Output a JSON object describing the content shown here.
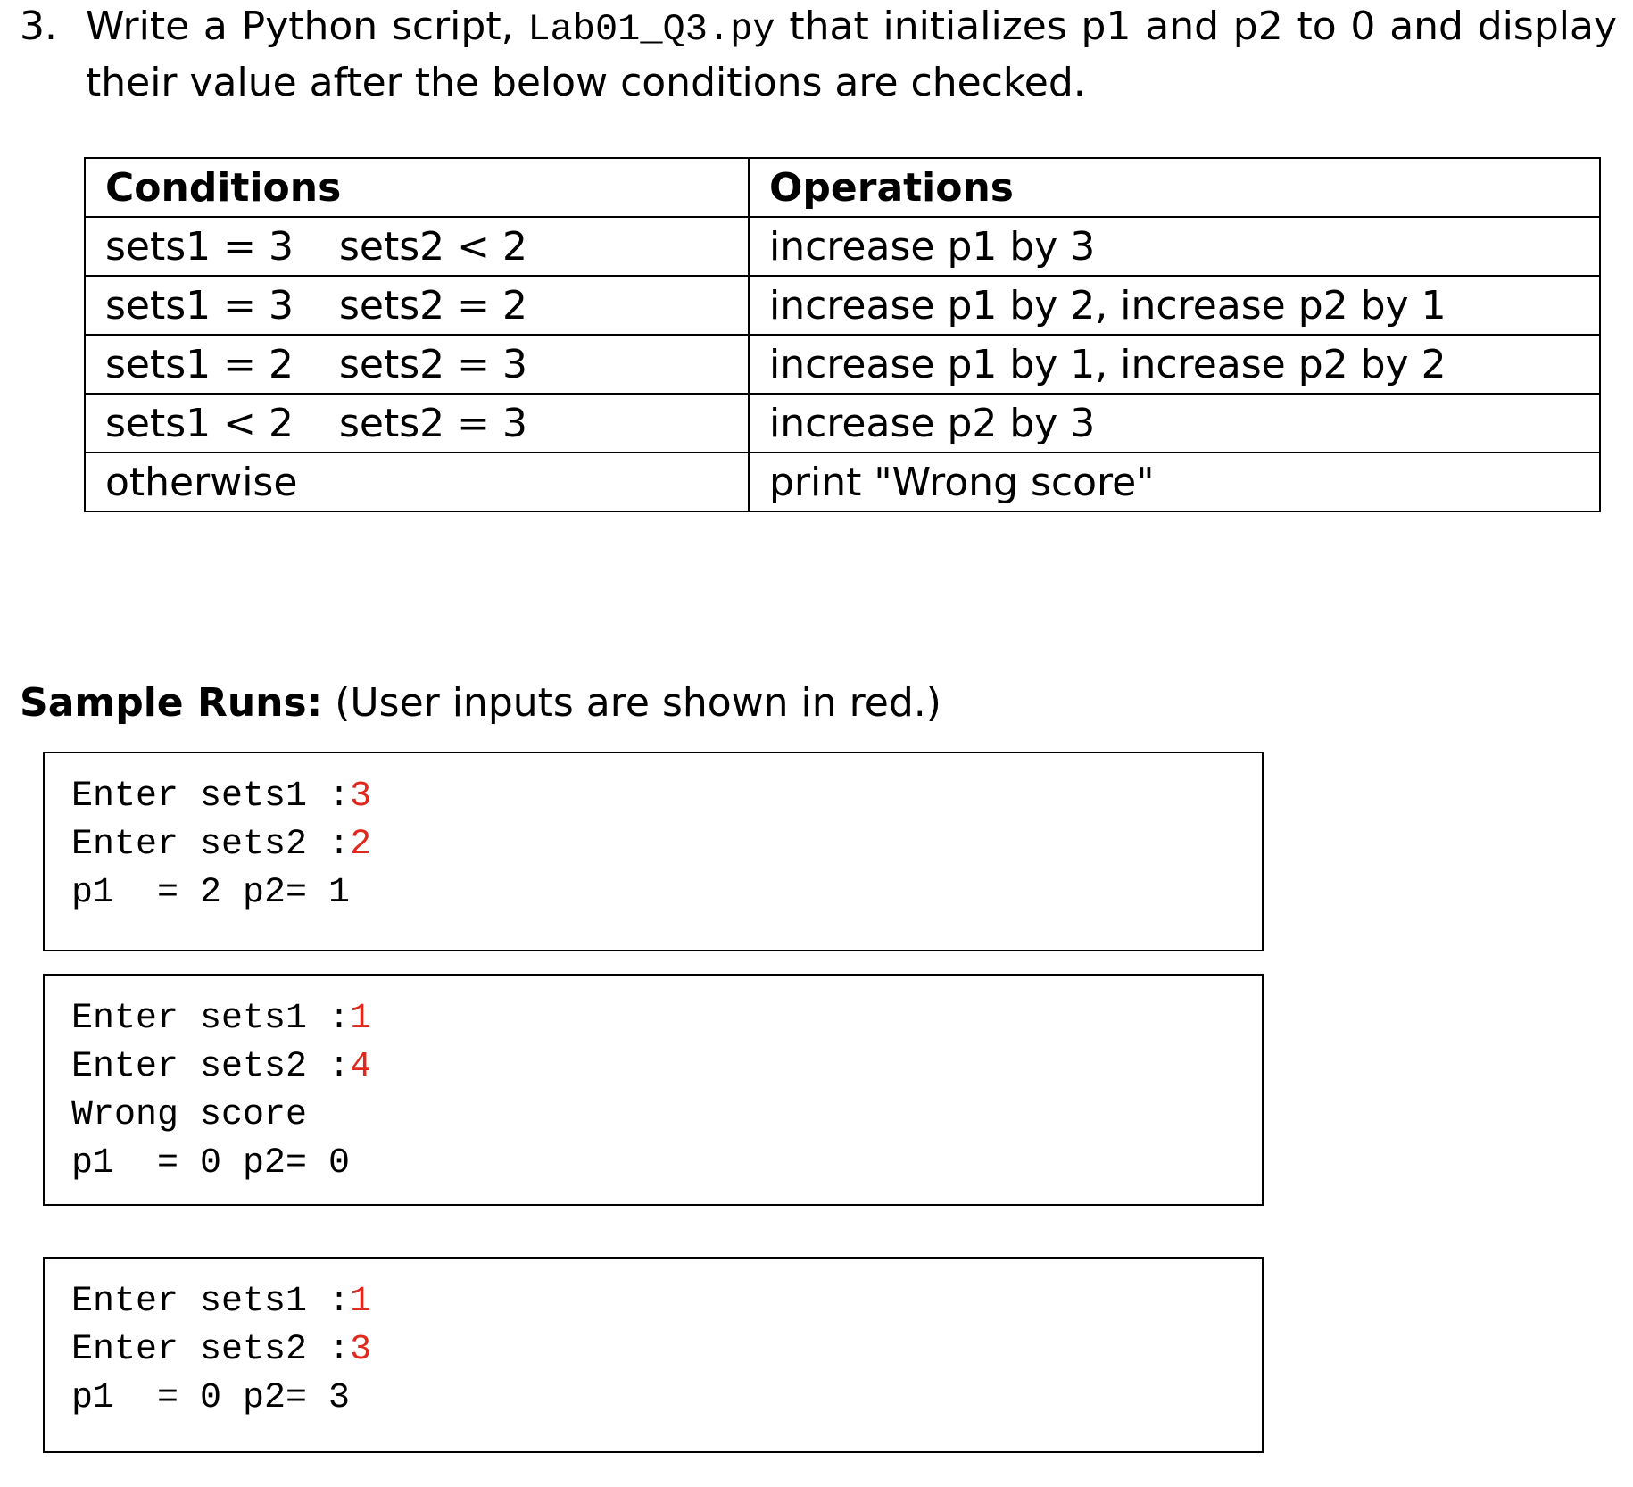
{
  "question": {
    "number": "3.",
    "text_before_code": "Write a Python script, ",
    "code_name": "Lab01_Q3.py",
    "text_after_code": " that initializes p1 and p2 to 0 and display their value after the below conditions are checked."
  },
  "table": {
    "headers": {
      "conditions": "Conditions",
      "operations": "Operations"
    },
    "rows": [
      {
        "cond1": "sets1 = 3",
        "cond2": "sets2 < 2",
        "operation": "increase p1 by 3"
      },
      {
        "cond1": "sets1 = 3",
        "cond2": "sets2 = 2",
        "operation": "increase p1 by 2, increase p2 by 1"
      },
      {
        "cond1": "sets1 = 2",
        "cond2": "sets2 = 3",
        "operation": "increase p1 by 1, increase p2 by 2"
      },
      {
        "cond1": "sets1 < 2",
        "cond2": "sets2 = 3",
        "operation": "increase p2 by 3"
      },
      {
        "cond1": "otherwise",
        "cond2": "",
        "operation": "print \"Wrong score\""
      }
    ]
  },
  "sample": {
    "heading_bold": "Sample Runs:",
    "heading_rest": " (User inputs are shown in red.)"
  },
  "user_input_color": "#e0281c",
  "runs": [
    {
      "lines": [
        {
          "prompt": "Enter sets1 :",
          "input": "3"
        },
        {
          "prompt": "Enter sets2 :",
          "input": "2"
        },
        {
          "prompt": "p1  = 2 p2= 1",
          "input": ""
        }
      ]
    },
    {
      "lines": [
        {
          "prompt": "Enter sets1 :",
          "input": "1"
        },
        {
          "prompt": "Enter sets2 :",
          "input": "4"
        },
        {
          "prompt": "Wrong score",
          "input": ""
        },
        {
          "prompt": "p1  = 0 p2= 0",
          "input": ""
        }
      ]
    },
    {
      "lines": [
        {
          "prompt": "Enter sets1 :",
          "input": "1"
        },
        {
          "prompt": "Enter sets2 :",
          "input": "3"
        },
        {
          "prompt": "p1  = 0 p2= 3",
          "input": ""
        }
      ]
    }
  ]
}
